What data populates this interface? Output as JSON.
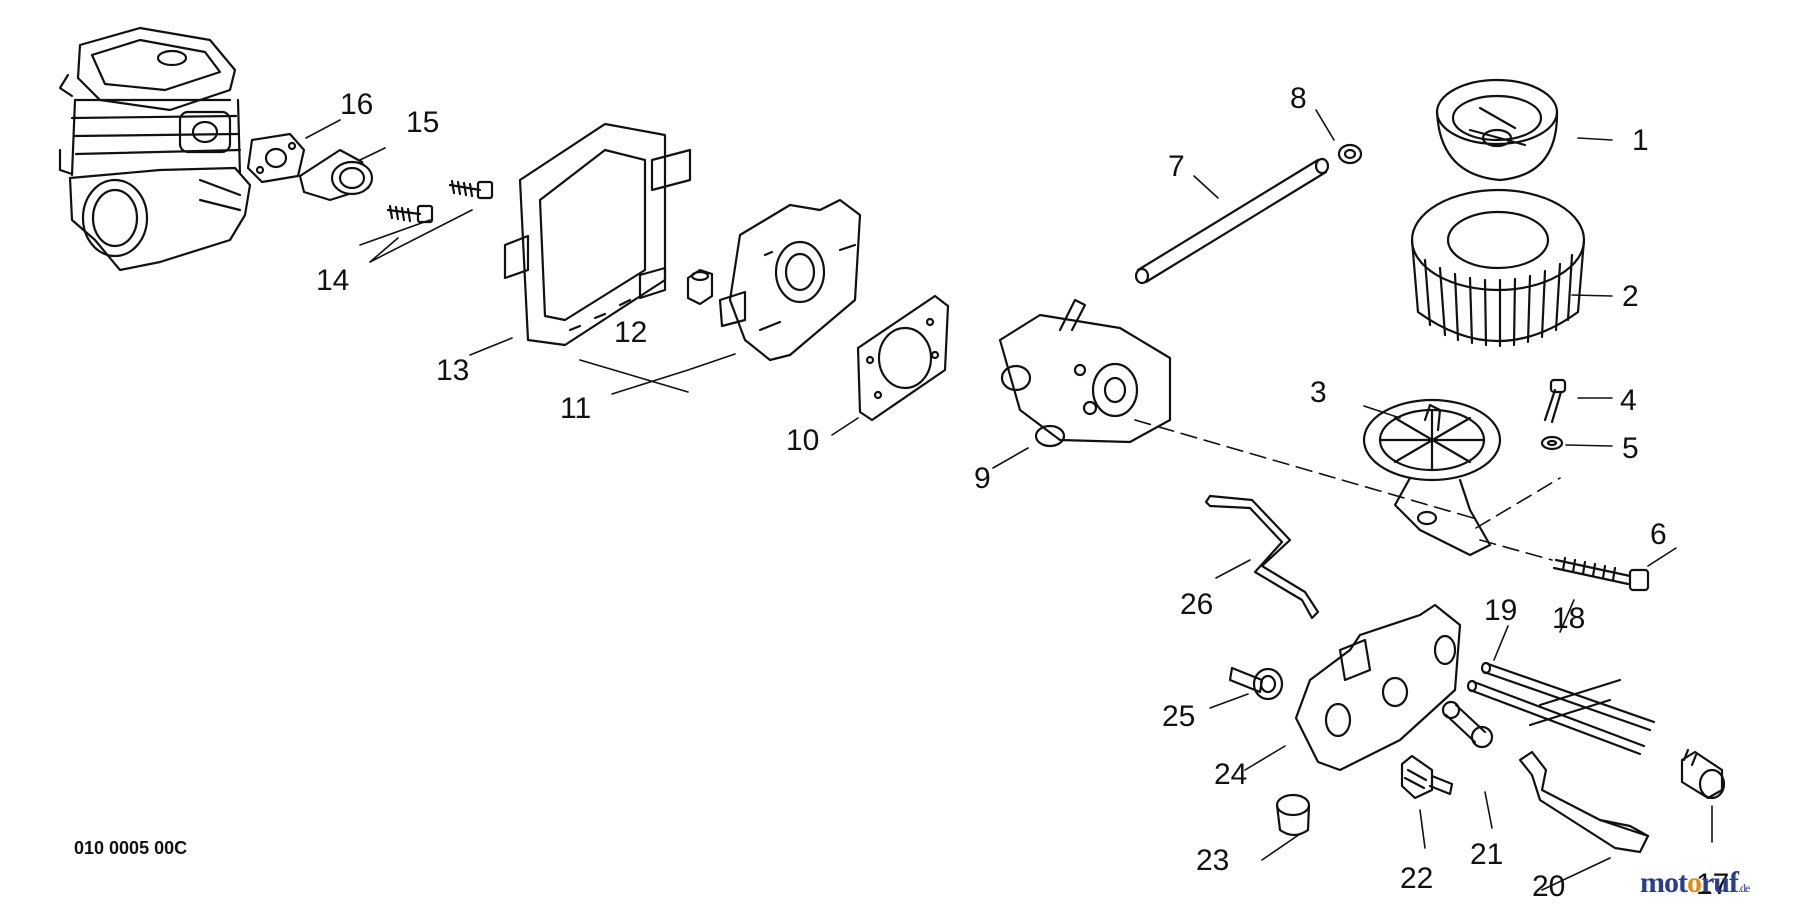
{
  "reference_code": "010 0005 00C",
  "watermark": {
    "prefix": "mot",
    "middle": "o",
    "suffix": "ruf",
    "domain": ".de"
  },
  "part_numbers": [
    "1",
    "2",
    "3",
    "4",
    "5",
    "6",
    "7",
    "8",
    "9",
    "10",
    "11",
    "12",
    "13",
    "14",
    "15",
    "16",
    "17",
    "18",
    "19",
    "20",
    "21",
    "22",
    "23",
    "24",
    "25",
    "26"
  ]
}
